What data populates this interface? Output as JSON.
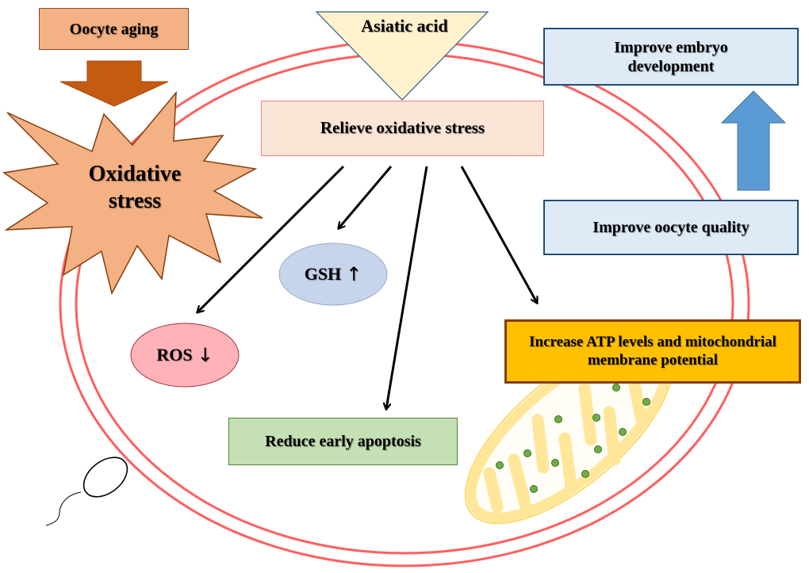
{
  "diagram": {
    "title": "Asiatic acid effects on aged oocytes",
    "colors": {
      "cell_membrane": "#ff5f5f",
      "oocyte_aging_fill": "#f4b183",
      "down_arrow_fill": "#c55a11",
      "starburst_fill": "#f4b183",
      "asiatic_fill": "#fff2cc",
      "relieve_fill": "#fbe5d6",
      "ros_fill": "#ffb3b8",
      "gsh_fill": "#c6d4ec",
      "apoptosis_fill": "#c5e0b4",
      "atp_fill": "#ffc000",
      "quality_fill": "#deebf7",
      "up_arrow_fill": "#5b9bd5",
      "mito_fill": "#ffe699",
      "mito_dot": "#70ad47"
    },
    "nodes": {
      "oocyte_aging": "Oocyte aging",
      "oxidative_stress": "Oxidative stress",
      "asiatic_acid": "Asiatic acid",
      "relieve": "Relieve oxidative stress",
      "ros": "ROS",
      "ros_direction": "↓",
      "gsh": "GSH",
      "gsh_direction": "↑",
      "apoptosis": "Reduce early apoptosis",
      "atp": "Increase ATP levels and mitochondrial membrane potential",
      "oocyte_quality": "Improve oocyte quality",
      "embryo": "Improve embryo development"
    },
    "edges": [
      {
        "from": "oocyte_aging",
        "to": "oxidative_stress"
      },
      {
        "from": "asiatic_acid",
        "to": "relieve"
      },
      {
        "from": "relieve",
        "to": "ros"
      },
      {
        "from": "relieve",
        "to": "gsh"
      },
      {
        "from": "relieve",
        "to": "apoptosis"
      },
      {
        "from": "relieve",
        "to": "atp"
      },
      {
        "from": "oocyte_quality",
        "to": "embryo"
      }
    ]
  }
}
